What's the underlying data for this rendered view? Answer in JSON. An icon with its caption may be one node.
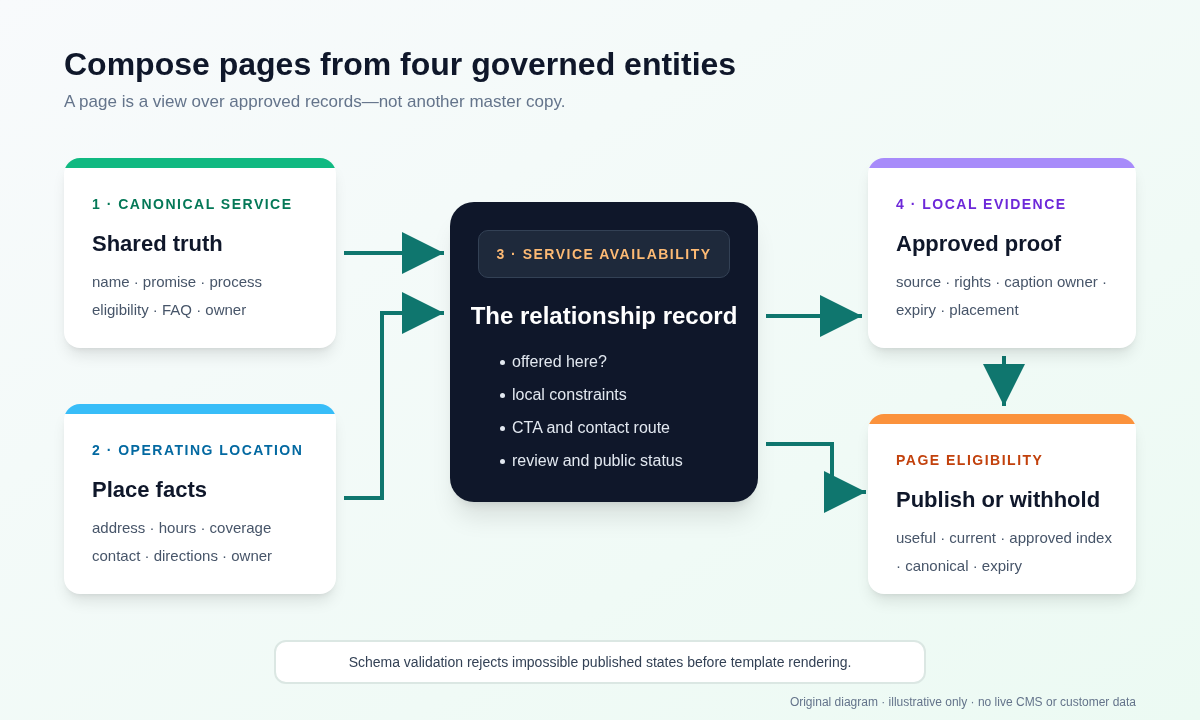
{
  "diagram": {
    "title": "Compose pages from four governed entities",
    "nodes": [
      {
        "text": [
          "1 · CANONICAL SERVICE",
          "Shared truth",
          "name · promise · process eligibility · FAQ · owner"
        ]
      },
      {
        "text": [
          "2 · OPERATING LOCATION",
          "Place facts",
          "address · hours · coverage contact · directions · owner"
        ]
      },
      {
        "text": [
          "3 · SERVICE AVAILABILITY",
          "The relationship record",
          "offered here?",
          "local constraints",
          "CTA and contact route",
          "review and public status"
        ]
      },
      {
        "text": [
          "4 · LOCAL EVIDENCE",
          "Approved proof",
          "source · rights · caption owner · expiry · placement"
        ]
      },
      {
        "text": [
          "PAGE ELIGIBILITY",
          "Publish or withhold",
          "useful · current · approved index · canonical · expiry"
        ]
      },
      {
        "text": [
          "Schema validation rejects impossible published states before template rendering."
        ]
      }
    ],
    "edges": [
      {
        "from": 0,
        "to": 2,
        "arrow": "to"
      },
      {
        "from": 1,
        "to": 2,
        "arrow": "to"
      },
      {
        "from": 2,
        "to": 3,
        "arrow": "to"
      },
      {
        "from": 3,
        "to": 4,
        "arrow": "to"
      },
      {
        "from": 2,
        "to": 4,
        "arrow": "to"
      }
    ],
    "labels": [
      "A page is a view over approved records—not another master copy.",
      "Original diagram · illustrative only · no live CMS or customer data"
    ]
  }
}
